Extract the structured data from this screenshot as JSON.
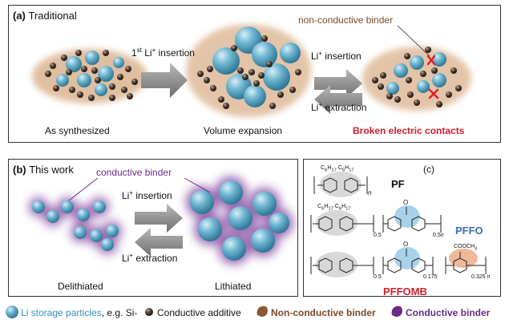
{
  "panel_a": {
    "label": "(a)",
    "title": "Traditional",
    "step1_arrow": {
      "prefix": "1",
      "sup": "st",
      "text": " Li",
      "plus": "+",
      "suffix": " insertion"
    },
    "insertion": {
      "text": "Li",
      "plus": "+",
      "suffix": " insertion"
    },
    "extraction": {
      "text": "Li",
      "plus": "+",
      "suffix": " extraction"
    },
    "binder_callout": "non-conductive binder",
    "caption_1": "As synthesized",
    "caption_2": "Volume expansion",
    "caption_3": "Broken electric contacts"
  },
  "panel_b": {
    "label": "(b)",
    "title": "This work",
    "binder_callout": "conductive binder",
    "insertion": {
      "text": "Li",
      "plus": "+",
      "suffix": " insertion"
    },
    "extraction": {
      "text": "Li",
      "plus": "+",
      "suffix": " extraction"
    },
    "caption_1": "Delithiated",
    "caption_2": "Lithiated"
  },
  "panel_c": {
    "label": "(c)",
    "pf": {
      "name": "PF",
      "sub1": "C",
      "sub1n": "6",
      "sub1h": "H",
      "sub1hn": "17",
      "n": "n"
    },
    "pffo": {
      "name": "PFFO",
      "sub": "C",
      "subn": "6",
      "subh": "H",
      "subhn": "17",
      "o": "O",
      "frac1": "0.5",
      "frac2": "0.5",
      "n": "n"
    },
    "pffomb": {
      "name": "PFFOMB",
      "o": "O",
      "ester": "COOCH",
      "ester_n": "3",
      "frac1": "0.5",
      "frac2": "0.175",
      "frac3": "0.325",
      "n": "n"
    }
  },
  "legend": {
    "item1_colored": "Li storage particles",
    "item1_tail": ", e.g. Si-",
    "item2": "Conductive additive",
    "item3": "Non-conductive binder",
    "item4": "Conductive binder"
  },
  "colors": {
    "particle": "#5aa8c6",
    "additive": "#4a3a30",
    "nonconductive_binder": "#c48a55",
    "conductive_binder": "#7a3a9a",
    "red": "#d0202c",
    "pffo_blue": "#3a6fb8",
    "pffomb_red": "#d0202c"
  }
}
